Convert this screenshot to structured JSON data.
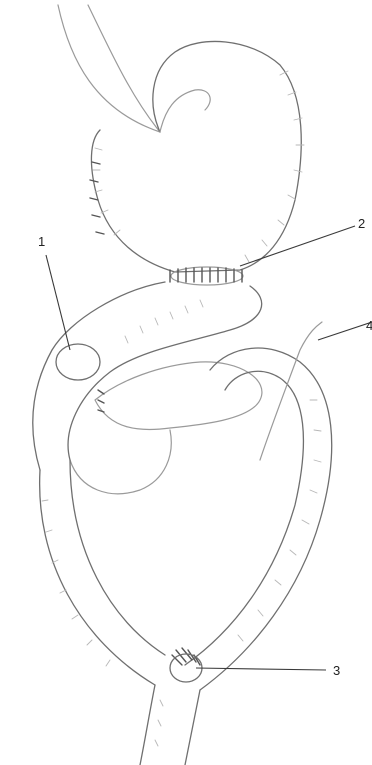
{
  "labels": {
    "label_1": "1",
    "label_2": "2",
    "label_3": "3",
    "label_4": "4"
  },
  "colors": {
    "ink": "#6f6f6f",
    "hatching": "#b7b7b7",
    "sutures": "#555555",
    "leader_lines": "#3a3a3a",
    "background": "#ffffff"
  }
}
